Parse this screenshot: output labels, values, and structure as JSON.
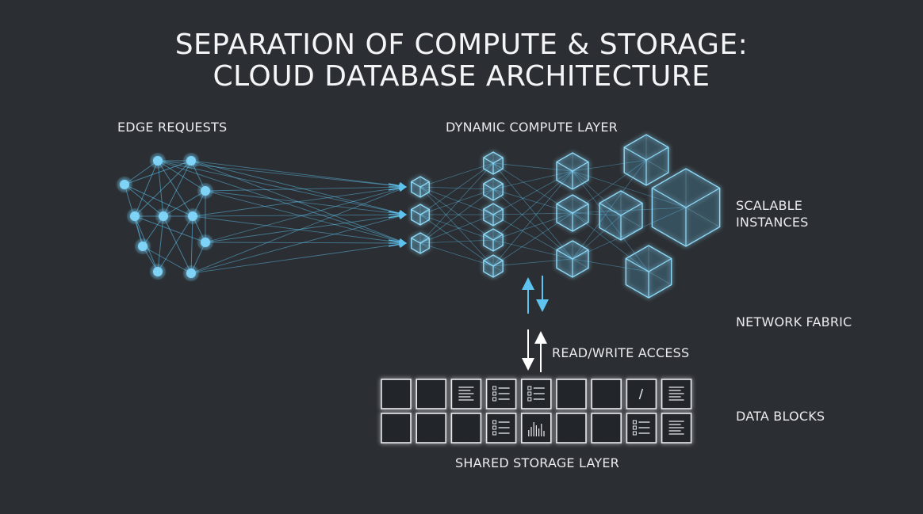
{
  "title": {
    "line1": "SEPARATION OF COMPUTE & STORAGE:",
    "line2": "CLOUD DATABASE ARCHITECTURE"
  },
  "labels": {
    "edge_requests": "EDGE REQUESTS",
    "compute_layer": "DYNAMIC COMPUTE LAYER",
    "scalable_line1": "SCALABLE",
    "scalable_line2": "INSTANCES",
    "network_fabric": "NETWORK FABRIC",
    "read_write": "READ/WRITE ACCESS",
    "data_blocks": "DATA BLOCKS",
    "shared_storage": "SHARED STORAGE LAYER"
  },
  "data_block_row1": [
    "empty",
    "empty",
    "text-lines",
    "list",
    "list",
    "empty",
    "empty",
    "slash",
    "text-lines"
  ],
  "data_block_row2": [
    "empty",
    "empty",
    "empty",
    "list",
    "bars",
    "empty",
    "empty",
    "list",
    "text-lines"
  ],
  "colors": {
    "background": "#2b2e32",
    "accent_blue": "#5fc3f0",
    "glow_white": "#ffffff"
  }
}
